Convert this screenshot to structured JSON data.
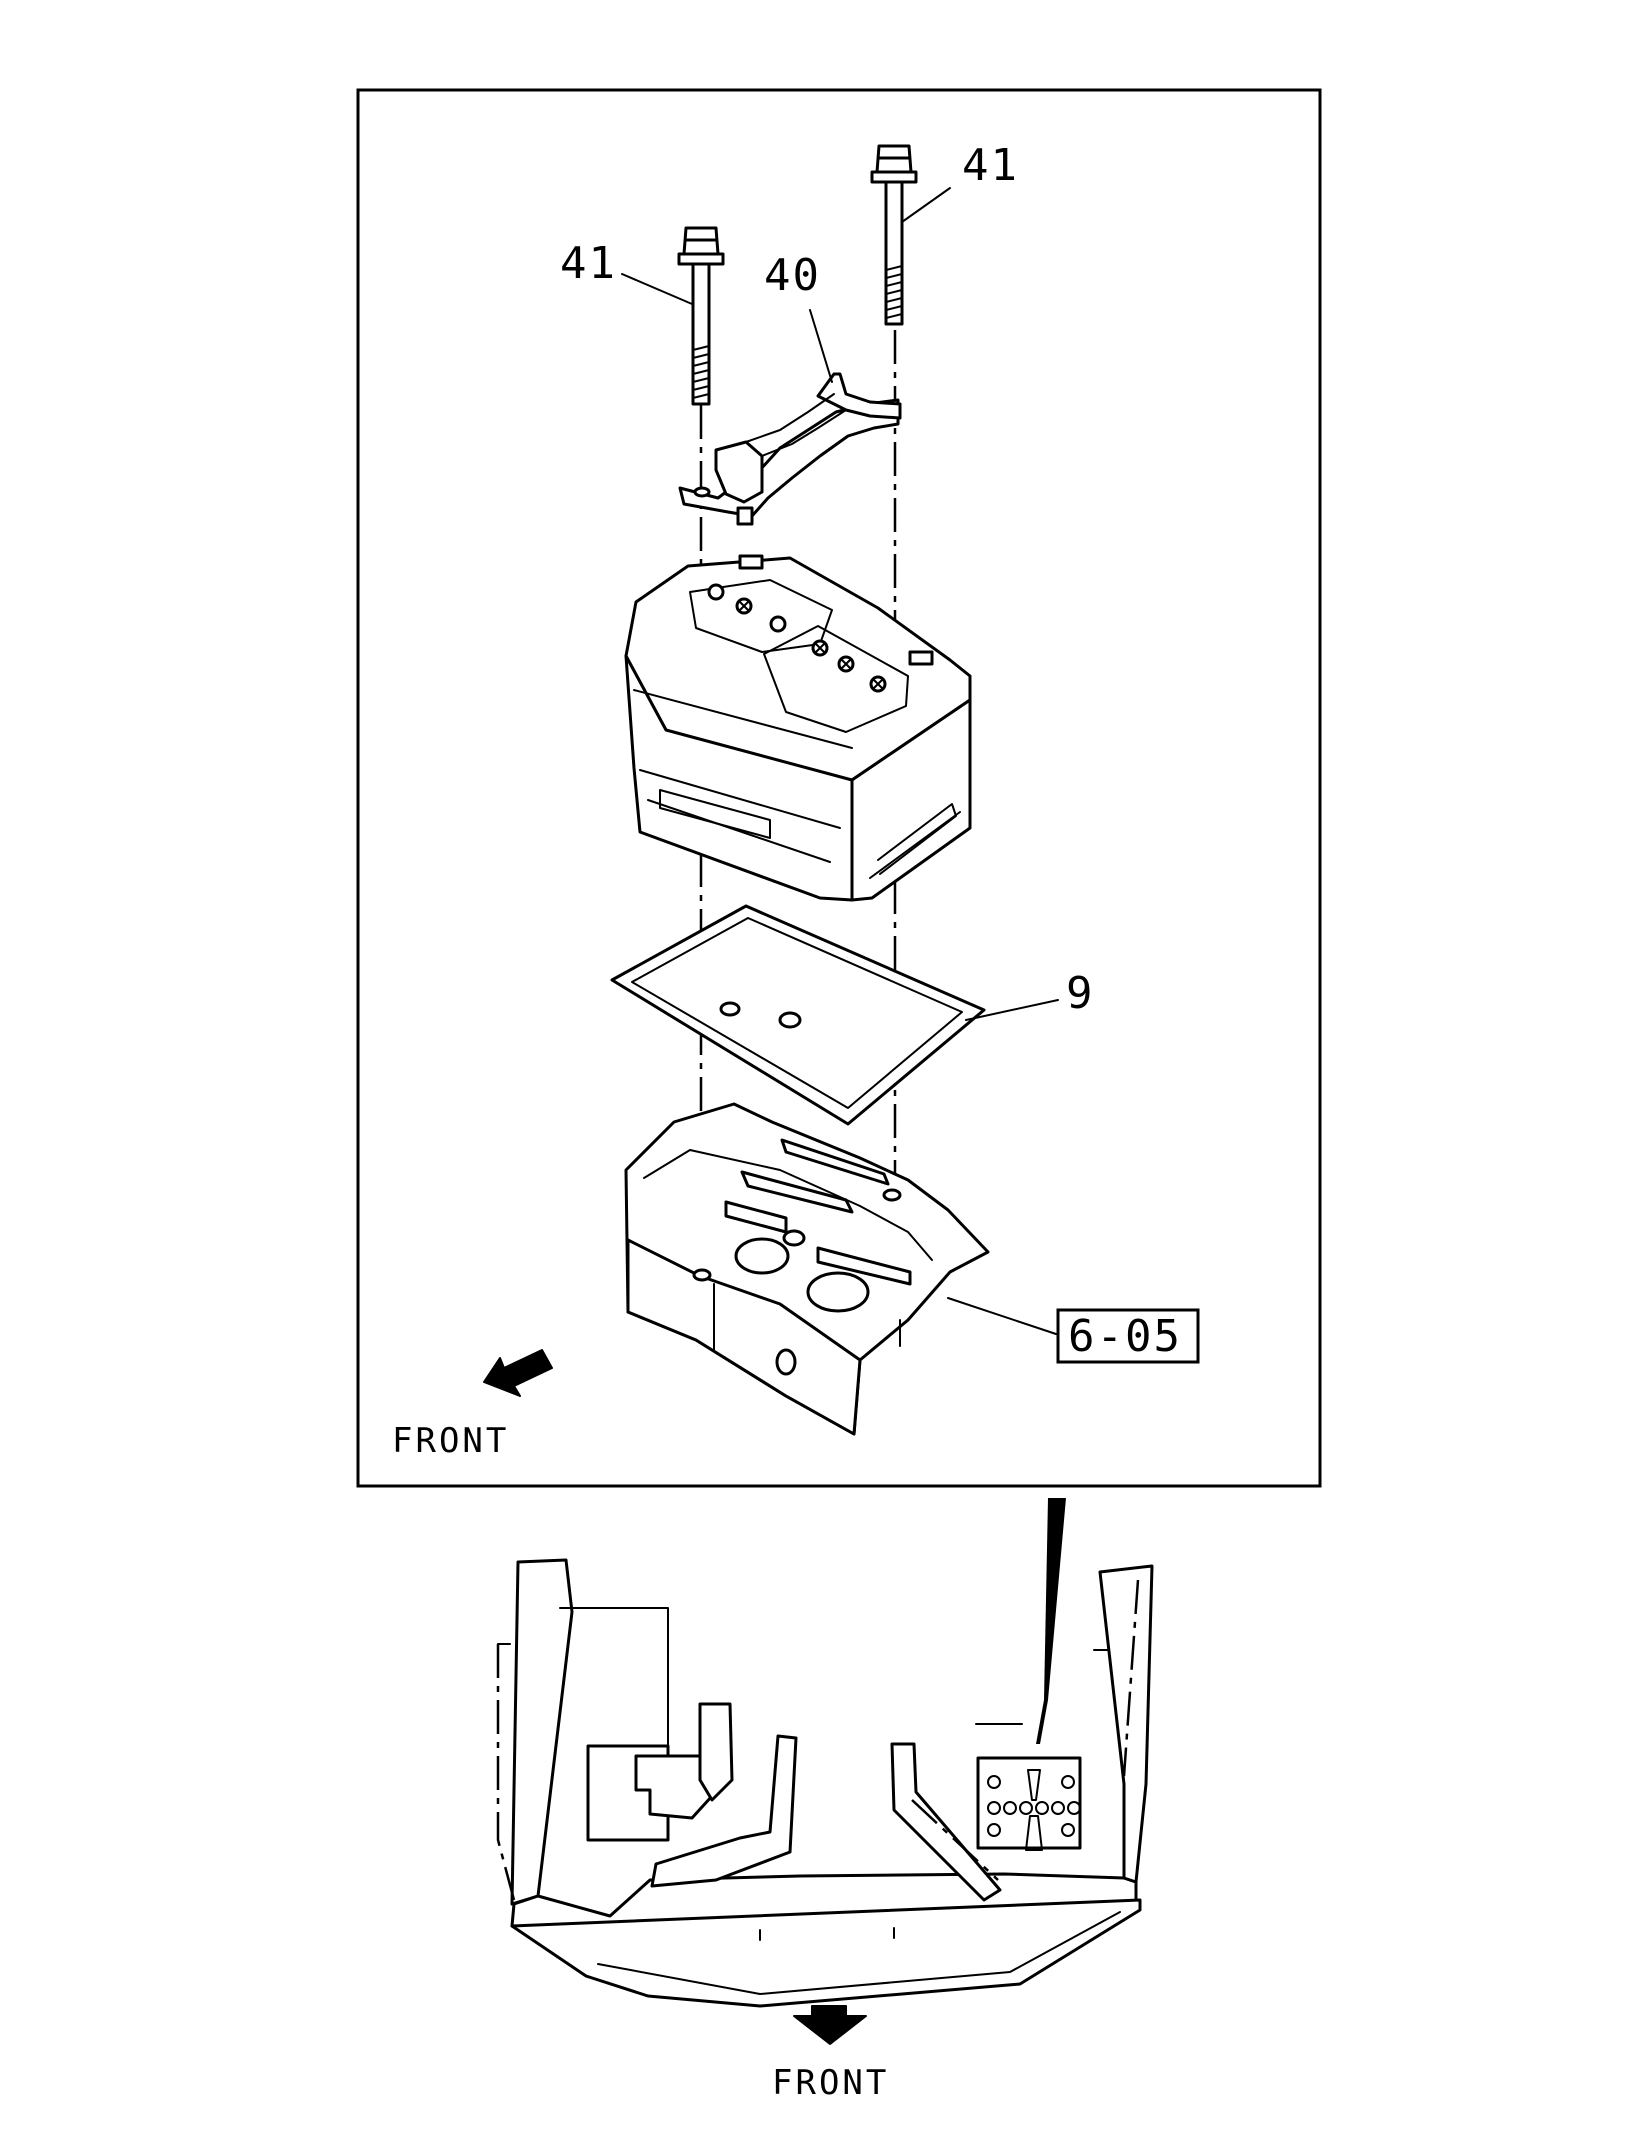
{
  "diagram": {
    "callouts": {
      "bolt_left": "41",
      "bolt_right": "41",
      "hold_down_bracket": "40",
      "tray_pad": "9",
      "reference": "6-05"
    },
    "direction": {
      "detail_front": "FRONT",
      "overview_front": "FRONT"
    },
    "icons": {
      "detail_arrow": "front-arrow-icon",
      "overview_arrow": "front-arrow-down-icon",
      "pointer": "location-pointer-icon"
    }
  }
}
